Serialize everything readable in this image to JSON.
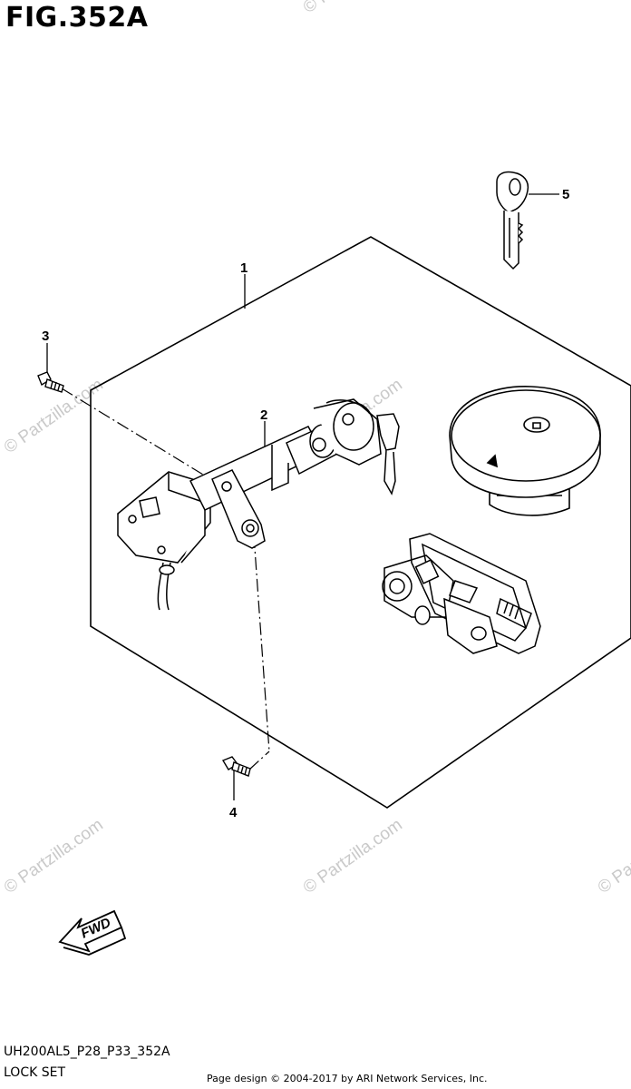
{
  "figure_title": "FIG.352A",
  "diagram_code": "UH200AL5_P28_P33_352A",
  "group_name": "LOCK SET",
  "copyright": "Page design © 2004-2017 by ARI Network Services, Inc.",
  "watermark": "© Partzilla.com",
  "fwd_label": "FWD",
  "callouts": [
    {
      "number": "1",
      "part": "lock-set"
    },
    {
      "number": "2",
      "part": "steering-lock-switch"
    },
    {
      "number": "3",
      "part": "bolt"
    },
    {
      "number": "4",
      "part": "bolt"
    },
    {
      "number": "5",
      "part": "key"
    }
  ]
}
